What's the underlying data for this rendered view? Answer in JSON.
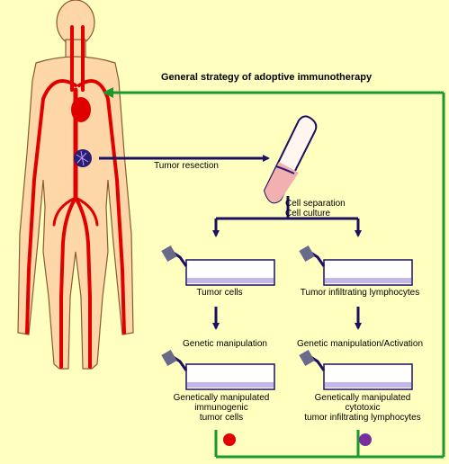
{
  "title": "General strategy of adoptive immunotherapy",
  "steps": {
    "resection": "Tumor resection",
    "separation": "Cell separation\nCell culture",
    "tumor_cells": "Tumor cells",
    "til": "Tumor infiltrating lymphocytes",
    "genetic_left": "Genetic manipulation",
    "genetic_right": "Genetic manipulation/Activation",
    "result_left": "Genetically manipulated\nimmunogenic\ntumor cells",
    "result_right": "Genetically manipulated\ncytotoxic\ntumor infiltrating lymphocytes"
  },
  "colors": {
    "background": "#ffffc0",
    "body": "#fdd7a8",
    "vessels": "#e00000",
    "flow_arrows": "#1c1060",
    "return_path": "#1a9a2a",
    "marker_left": "#e00000",
    "marker_right": "#7a2fa0"
  }
}
